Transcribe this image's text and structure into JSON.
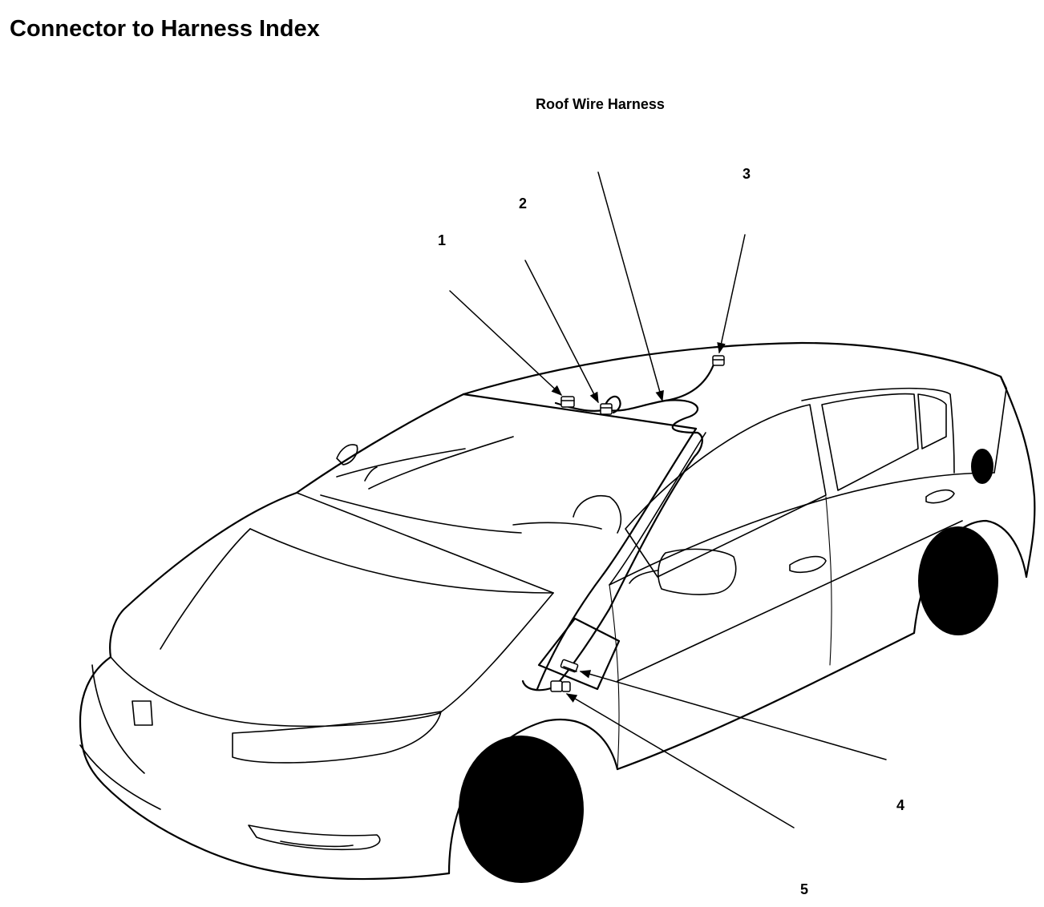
{
  "page": {
    "title": "Connector to Harness Index"
  },
  "diagram": {
    "harness_label": "Roof Wire Harness",
    "callouts": [
      {
        "id": "1"
      },
      {
        "id": "2"
      },
      {
        "id": "3"
      },
      {
        "id": "4"
      },
      {
        "id": "5"
      }
    ]
  }
}
